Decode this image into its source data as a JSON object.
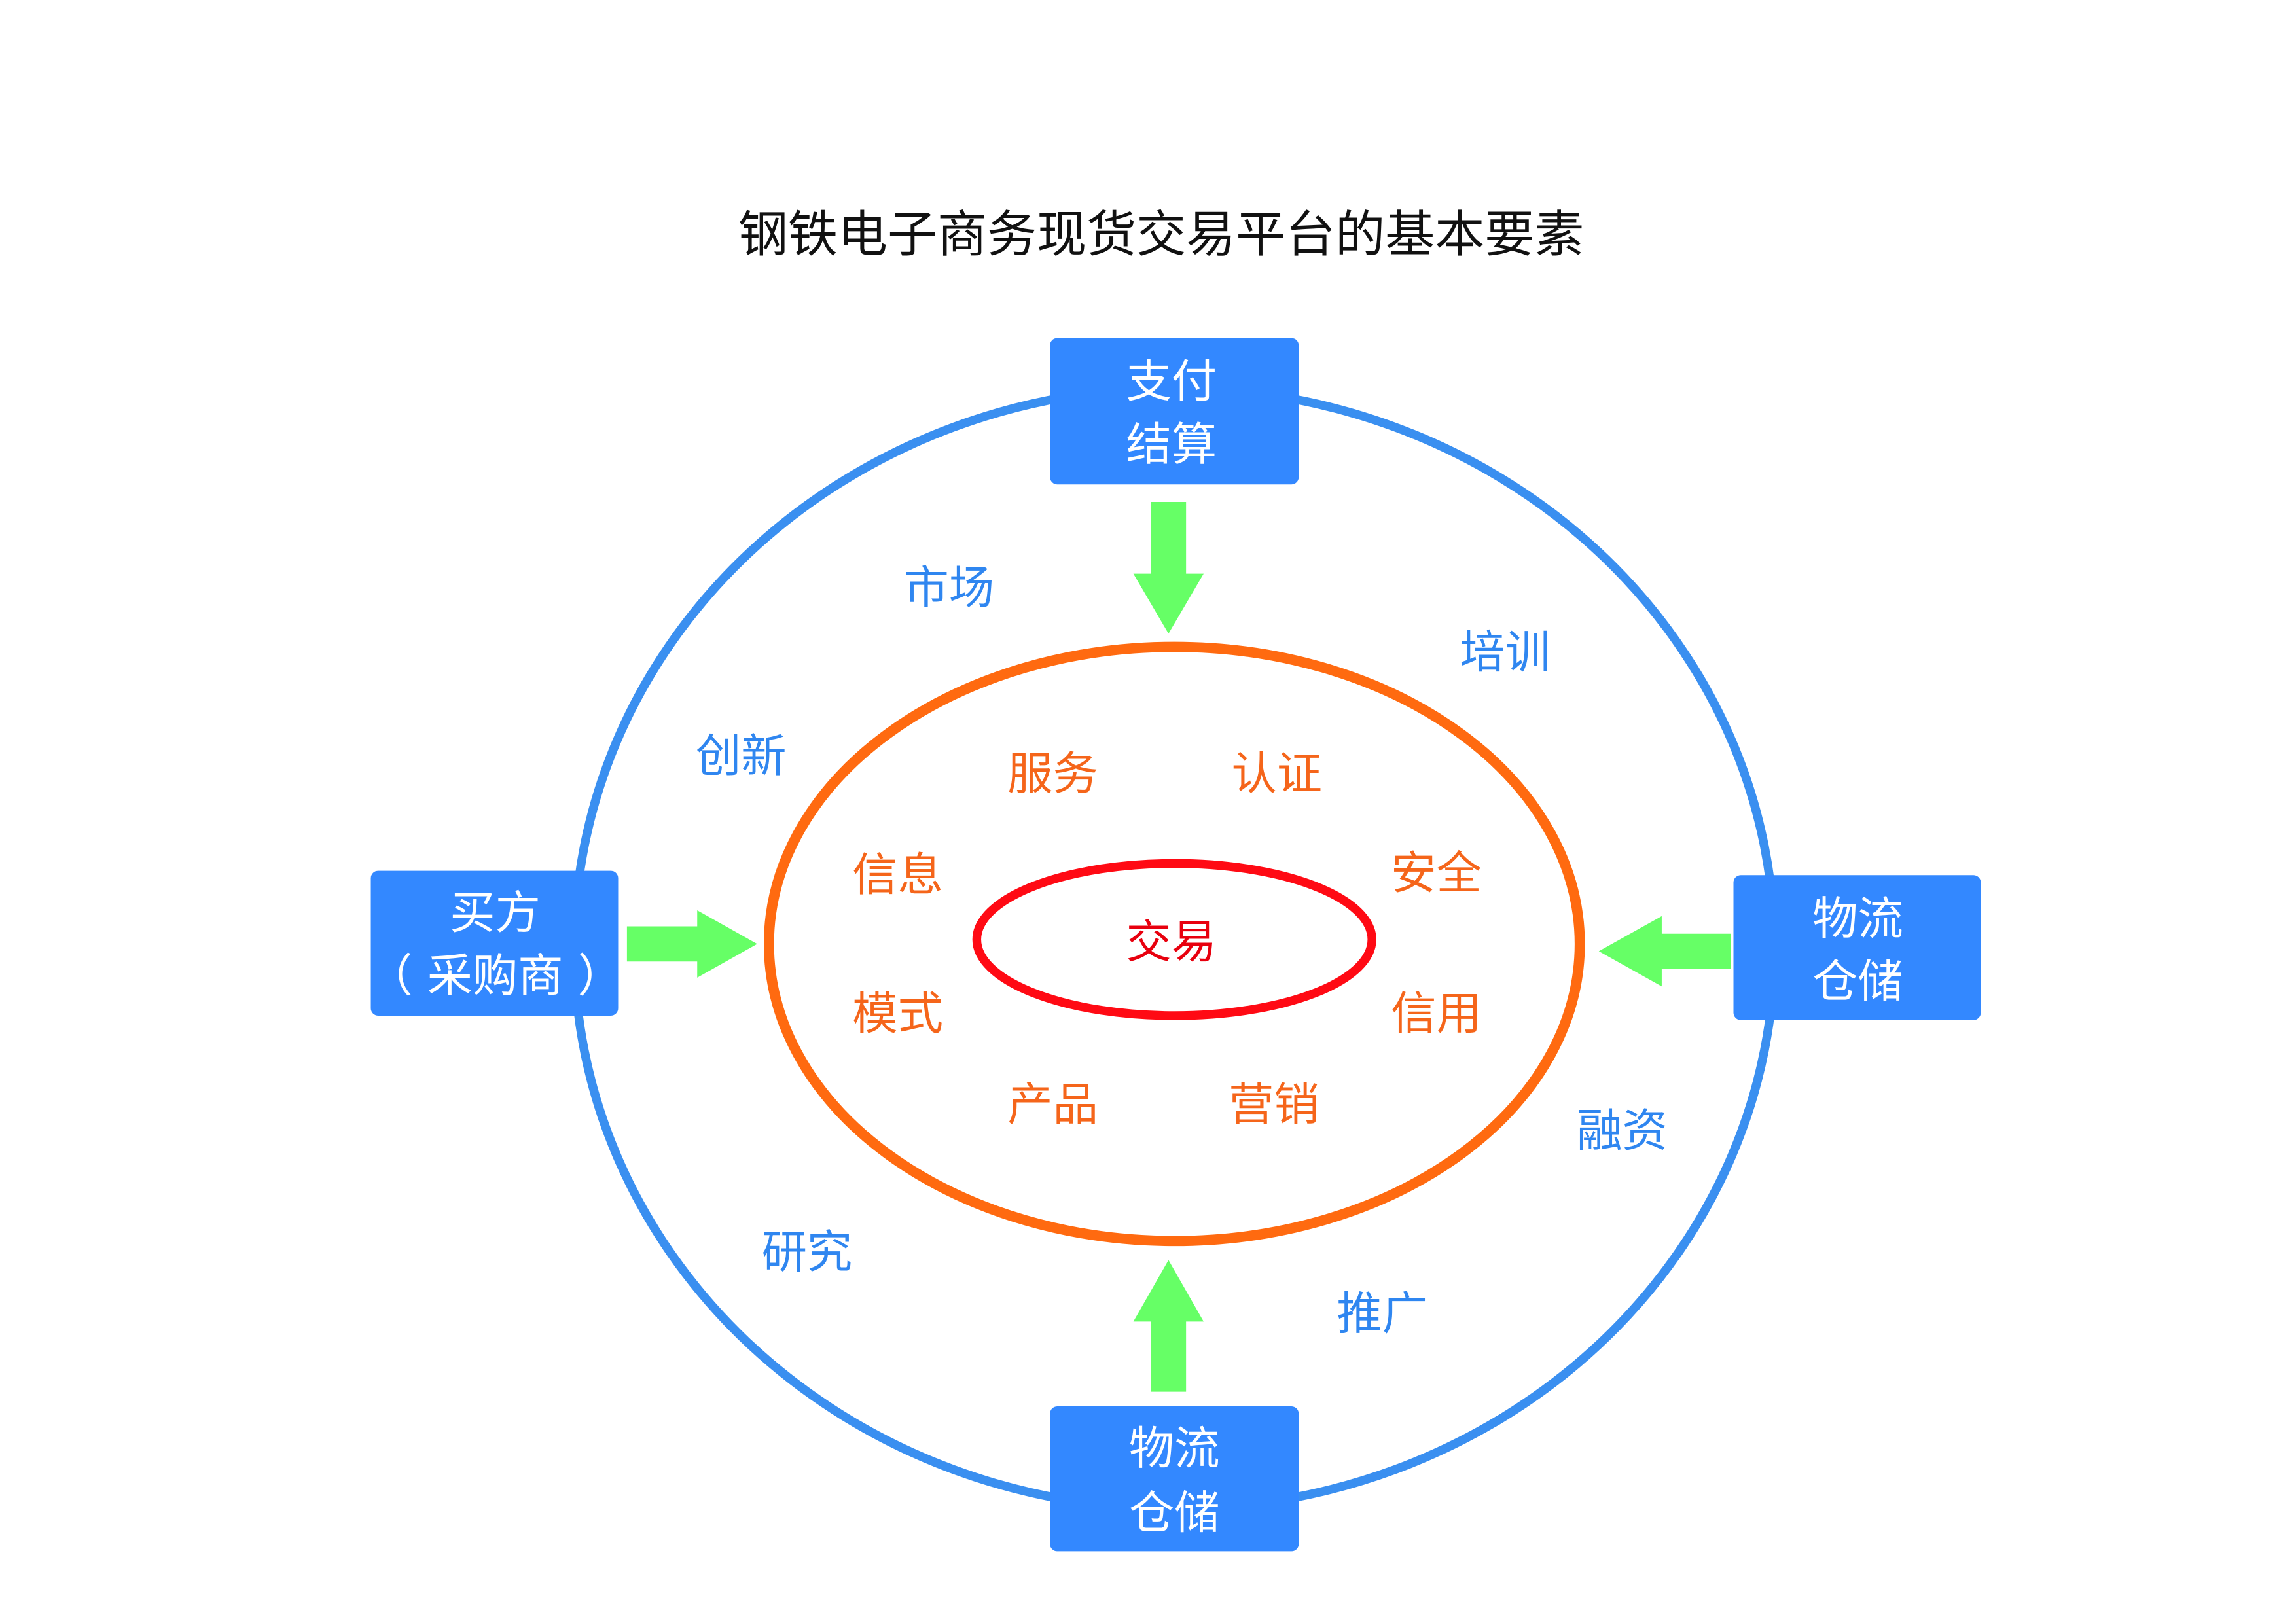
{
  "title": "钢铁电子商务现货交易平台的基本要素",
  "colors": {
    "outer_ring": "#3a8ff0",
    "middle_ring": "#ff6a10",
    "inner_ring": "#ff0a14",
    "box_fill": "#3388ff",
    "arrow_fill": "#66ff66",
    "outer_text": "#2f86f0",
    "middle_text": "#f5651a",
    "core_text": "#e8000e"
  },
  "boxes": {
    "top": {
      "line1": "支付",
      "line2": "结算"
    },
    "left": {
      "line1": "买方",
      "line2": "（ 采购商 ）"
    },
    "right": {
      "line1": "物流",
      "line2": "仓储"
    },
    "bottom": {
      "line1": "物流",
      "line2": "仓储"
    }
  },
  "outer_labels": [
    "市场",
    "培训",
    "创新",
    "融资",
    "研究",
    "推广"
  ],
  "middle_labels": [
    "服务",
    "认证",
    "信息",
    "安全",
    "模式",
    "信用",
    "产品",
    "营销"
  ],
  "core_label": "交易"
}
